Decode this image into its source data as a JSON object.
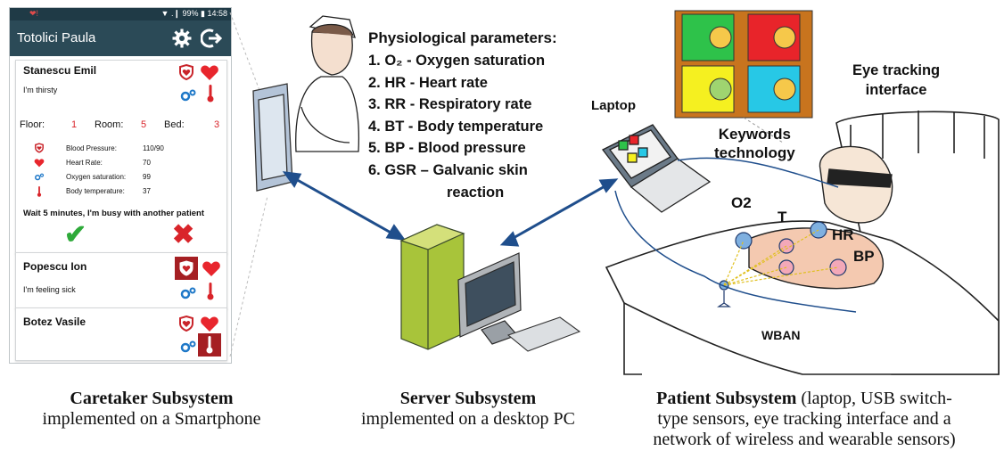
{
  "phone": {
    "status_left": "❤!",
    "status_right": "▼ .❙ 99% ▮ 14:58",
    "app_title": "Totolici Paula",
    "patients": [
      {
        "name": "Stanescu Emil",
        "message": "I'm thirsty",
        "floor_label": "Floor:",
        "floor": "1",
        "room_label": "Room:",
        "room": "5",
        "bed_label": "Bed:",
        "bed": "3",
        "vitals": [
          {
            "label": "Blood Pressure:",
            "value": "110/90",
            "icon": "heart-shield-icon"
          },
          {
            "label": "Heart Rate:",
            "value": "70",
            "icon": "heart-icon"
          },
          {
            "label": "Oxygen saturation:",
            "value": "99",
            "icon": "oxygen-icon"
          },
          {
            "label": "Body temperature:",
            "value": "37",
            "icon": "thermometer-icon"
          }
        ],
        "alert": "Wait 5 minutes, I'm busy with another patient"
      },
      {
        "name": "Popescu Ion",
        "message": "I'm feeling sick"
      },
      {
        "name": "Botez Vasile",
        "message": ""
      }
    ]
  },
  "center": {
    "phys_title": "Physiological parameters:",
    "phys_items": [
      "1. O₂ - Oxygen saturation",
      "2. HR - Heart rate",
      "3. RR - Respiratory rate",
      "4. BT - Body temperature",
      "5. BP - Blood pressure",
      "6. GSR – Galvanic skin",
      "reaction"
    ]
  },
  "right": {
    "laptop_label": "Laptop",
    "keywords_label_1": "Keywords",
    "keywords_label_2": "technology",
    "eye_label_1": "Eye tracking",
    "eye_label_2": "interface",
    "o2_label": "O2",
    "t_label": "T",
    "hr_label": "HR",
    "bp_label": "BP",
    "wban_label": "WBAN",
    "keyword_colors": [
      "#2ec24a",
      "#e8242a",
      "#f5f020",
      "#27c8e6"
    ]
  },
  "captions": {
    "caretaker_title": "Caretaker Subsystem",
    "caretaker_sub": "implemented on a Smartphone",
    "server_title": "Server Subsystem",
    "server_sub": "implemented on a desktop PC",
    "patient_title": "Patient Subsystem",
    "patient_line1_rest": " (laptop, USB switch-",
    "patient_line2": "type sensors, eye tracking interface and a",
    "patient_line3": "network of wireless and wearable sensors)"
  }
}
